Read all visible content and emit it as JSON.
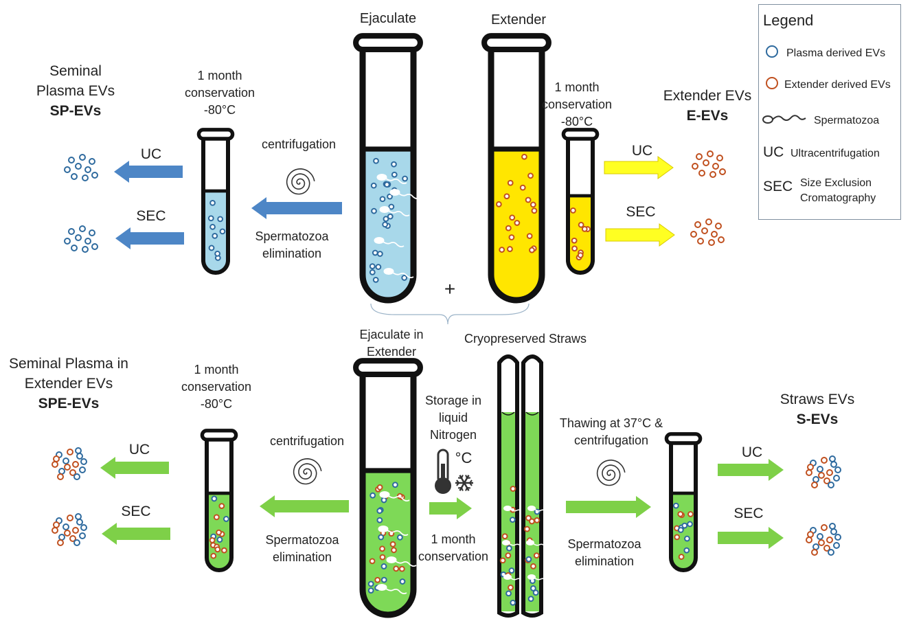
{
  "colors": {
    "plasma_ev": "#2e6a9e",
    "extender_ev": "#c0501f",
    "blue_fill": "#a8d8ea",
    "yellow_fill": "#ffe600",
    "green_fill": "#7ed957",
    "blue_arrow": "#4d86c6",
    "yellow_arrow": "#ffff22",
    "green_arrow": "#7ed048"
  },
  "tubes": {
    "ejaculate": "Ejaculate",
    "extender": "Extender",
    "ejaculate_in_extender": [
      "Ejaculate in",
      "Extender"
    ],
    "straws": "Cryopreserved Straws",
    "plus": "+"
  },
  "sp": {
    "title": [
      "Seminal",
      "Plasma EVs"
    ],
    "abbr": "SP-EVs",
    "conservation": [
      "1 month",
      "conservation",
      "-80°C"
    ],
    "centrifugation": "centrifugation",
    "elimination": [
      "Spermatozoa",
      "elimination"
    ],
    "uc": "UC",
    "sec": "SEC"
  },
  "e": {
    "title": "Extender EVs",
    "abbr": "E-EVs",
    "conservation": [
      "1 month",
      "conservation",
      "-80°C"
    ],
    "uc": "UC",
    "sec": "SEC"
  },
  "spe": {
    "title": [
      "Seminal Plasma in",
      "Extender EVs"
    ],
    "abbr": "SPE-EVs",
    "conservation": [
      "1 month",
      "conservation",
      "-80°C"
    ],
    "centrifugation": "centrifugation",
    "elimination": [
      "Spermatozoa",
      "elimination"
    ],
    "uc": "UC",
    "sec": "SEC"
  },
  "storage": {
    "label": [
      "Storage in",
      "liquid",
      "Nitrogen"
    ],
    "conservation": [
      "1 month",
      "conservation"
    ],
    "icon_unit": "°C"
  },
  "s": {
    "title": "Straws EVs",
    "abbr": "S-EVs",
    "thawing": [
      "Thawing at 37°C &",
      "centrifugation"
    ],
    "elimination": [
      "Spermatozoa",
      "elimination"
    ],
    "uc": "UC",
    "sec": "SEC"
  },
  "legend": {
    "title": "Legend",
    "plasma": "Plasma derived EVs",
    "extender": "Extender derived EVs",
    "sperm": "Spermatozoa",
    "uc_abbr": "UC",
    "uc": "Ultracentrifugation",
    "sec_abbr": "SEC",
    "sec": [
      "Size Exclusion",
      "Cromatography"
    ]
  }
}
